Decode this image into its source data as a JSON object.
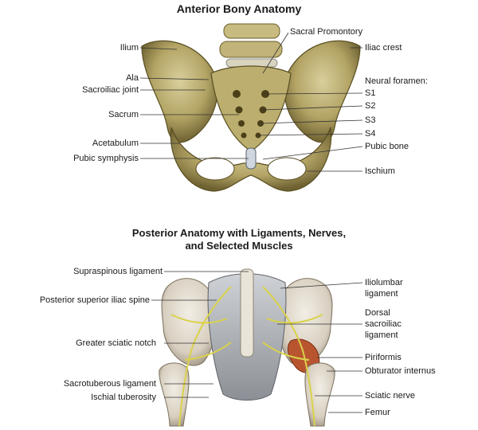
{
  "figure": {
    "anterior_title": "Anterior Bony Anatomy",
    "posterior_title_line1": "Posterior Anatomy with Ligaments, Nerves,",
    "posterior_title_line2": "and Selected Muscles"
  },
  "anterior_labels": {
    "ilium": "Ilium",
    "ala": "Ala",
    "sacroiliac_joint": "Sacroiliac joint",
    "sacrum": "Sacrum",
    "acetabulum": "Acetabulum",
    "pubic_symphysis": "Pubic symphysis",
    "sacral_promontory": "Sacral Promontory",
    "iliac_crest": "Iliac crest",
    "neural_foramen": "Neural foramen:",
    "s1": "S1",
    "s2": "S2",
    "s3": "S3",
    "s4": "S4",
    "pubic_bone": "Pubic bone",
    "ischium": "Ischium"
  },
  "posterior_labels": {
    "supraspinous": "Supraspinous ligament",
    "psis": "Posterior superior iliac spine",
    "greater_sciatic": "Greater sciatic notch",
    "sacrotuberous": "Sacrotuberous ligament",
    "ischial_tuberosity": "Ischial tuberosity",
    "iliolumbar_1": "Iliolumbar",
    "iliolumbar_2": "ligament",
    "dorsal_1": "Dorsal",
    "dorsal_2": "sacroiliac",
    "dorsal_3": "ligament",
    "piriformis": "Piriformis",
    "obturator": "Obturator internus",
    "sciatic_nerve": "Sciatic nerve",
    "femur": "Femur"
  }
}
